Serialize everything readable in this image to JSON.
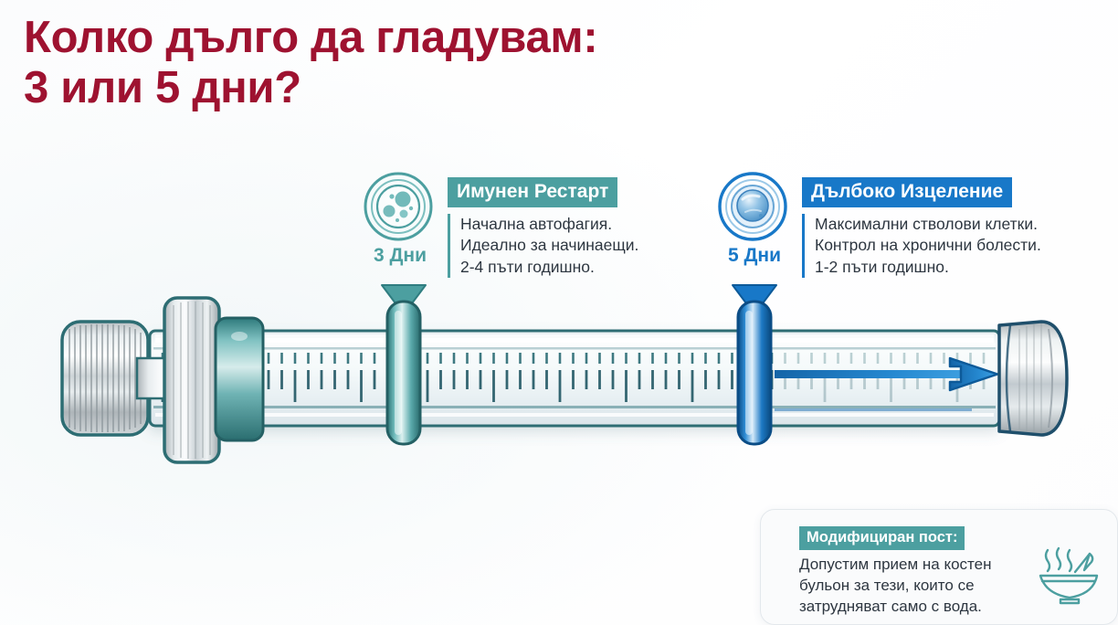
{
  "page": {
    "background_color": "#ffffff",
    "title_color": "#9e1230",
    "teal": "#4c9fa0",
    "blue": "#1878c8",
    "body_text_color": "#2d3640"
  },
  "title": {
    "line1": "Колко дълго да гладувам:",
    "line2": "3 или 5 дни?"
  },
  "markers": [
    {
      "id": "3-days",
      "icon_name": "cell-dish-icon",
      "day_label": "3 Дни",
      "badge": "Имунен Рестарт",
      "accent": "#4c9fa0",
      "lines": [
        "Начална автофагия.",
        "Идеално за начинаещи.",
        "2-4 пъти годишно."
      ]
    },
    {
      "id": "5-days",
      "icon_name": "stem-cell-icon",
      "day_label": "5 Дни",
      "badge": "Дълбоко Изцеление",
      "accent": "#1878c8",
      "lines": [
        "Максимални стволови клетки.",
        "Контрол на хронични болести.",
        "1-2 пъти годишно."
      ]
    }
  ],
  "note": {
    "badge": "Модифициран пост:",
    "icon_name": "soup-bowl-icon",
    "lines": [
      "Допустим прием на костен",
      "бульон за тези, които се",
      "затрудняват само с вода."
    ]
  },
  "syringe": {
    "icon_name": "syringe-scale-illustration",
    "arrow_icon_name": "right-arrow-icon",
    "plunger_icon_name": "plunger-knob-icon"
  }
}
